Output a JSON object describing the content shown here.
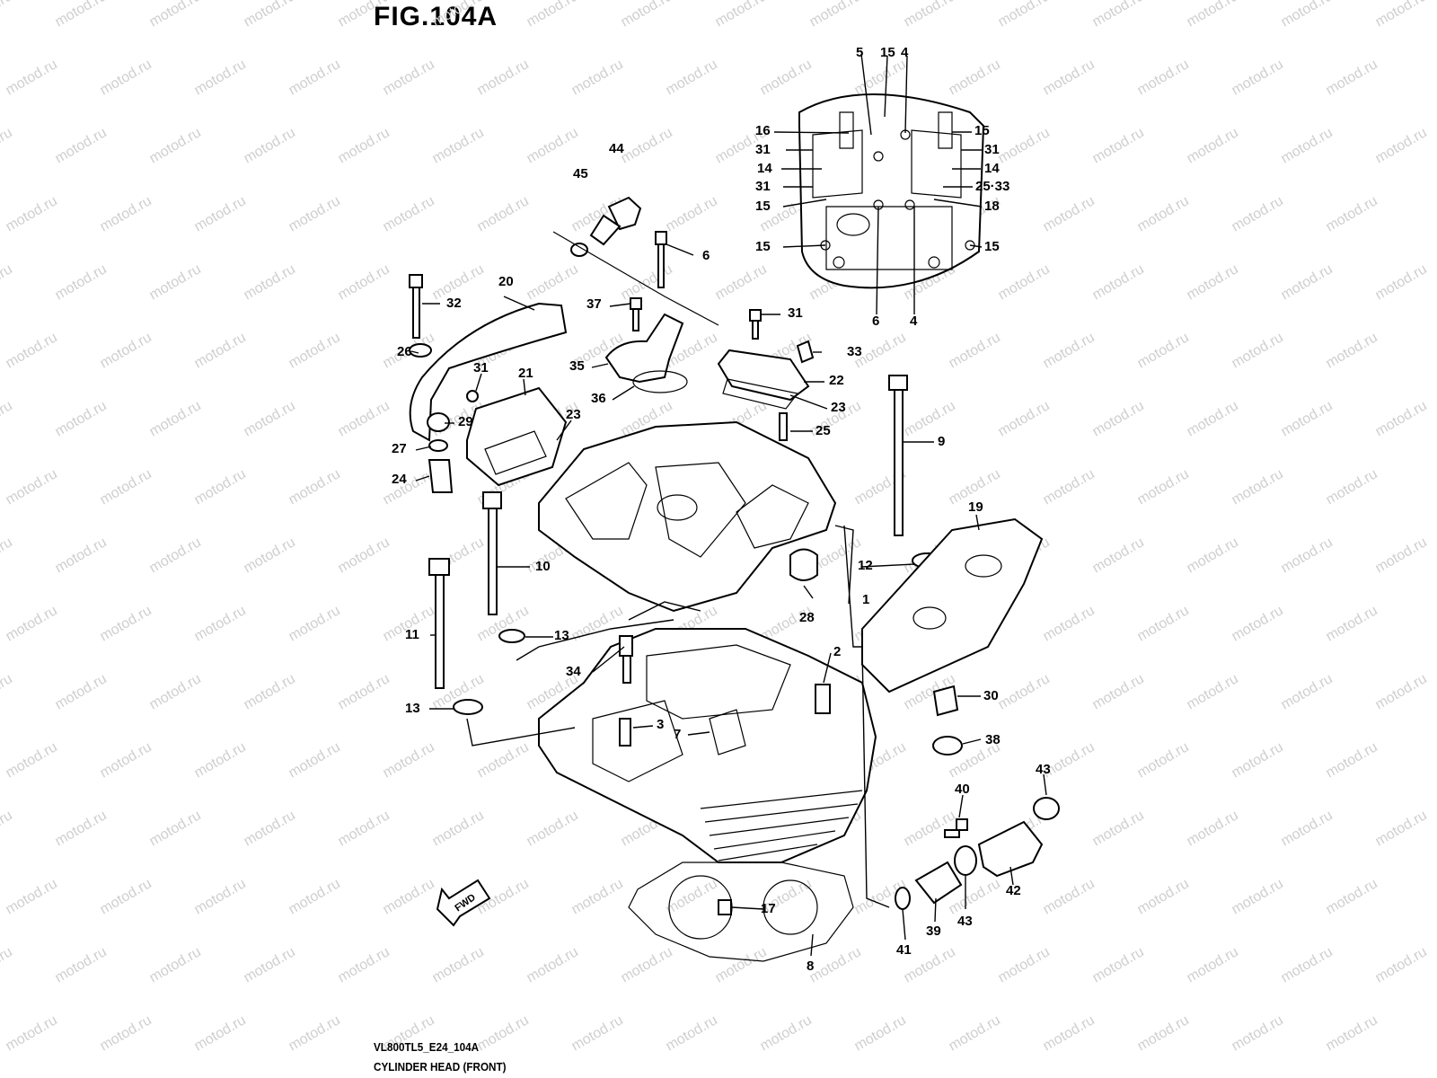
{
  "figure": {
    "title": "FIG.104A",
    "model_code": "VL800TL5_E24_104A",
    "caption": "CYLINDER HEAD (FRONT)",
    "watermark": "motod.ru",
    "fwd_label": "FWD"
  },
  "callouts": [
    {
      "id": "c5",
      "label": "5"
    },
    {
      "id": "c15a",
      "label": "15"
    },
    {
      "id": "c4a",
      "label": "4"
    },
    {
      "id": "c16",
      "label": "16"
    },
    {
      "id": "c15b",
      "label": "15"
    },
    {
      "id": "c31a",
      "label": "31"
    },
    {
      "id": "c31b",
      "label": "31"
    },
    {
      "id": "c14a",
      "label": "14"
    },
    {
      "id": "c14b",
      "label": "14"
    },
    {
      "id": "c31c",
      "label": "31"
    },
    {
      "id": "c2533",
      "label": "25·33"
    },
    {
      "id": "c15c",
      "label": "15"
    },
    {
      "id": "c18",
      "label": "18"
    },
    {
      "id": "c15d",
      "label": "15"
    },
    {
      "id": "c15e",
      "label": "15"
    },
    {
      "id": "c6a",
      "label": "6"
    },
    {
      "id": "c4b",
      "label": "4"
    },
    {
      "id": "c44",
      "label": "44"
    },
    {
      "id": "c45",
      "label": "45"
    },
    {
      "id": "c6b",
      "label": "6"
    },
    {
      "id": "c20",
      "label": "20"
    },
    {
      "id": "c32",
      "label": "32"
    },
    {
      "id": "c37",
      "label": "37"
    },
    {
      "id": "c31d",
      "label": "31"
    },
    {
      "id": "c33",
      "label": "33"
    },
    {
      "id": "c26",
      "label": "26"
    },
    {
      "id": "c35",
      "label": "35"
    },
    {
      "id": "c22",
      "label": "22"
    },
    {
      "id": "c31e",
      "label": "31"
    },
    {
      "id": "c21",
      "label": "21"
    },
    {
      "id": "c36",
      "label": "36"
    },
    {
      "id": "c23a",
      "label": "23"
    },
    {
      "id": "c23b",
      "label": "23"
    },
    {
      "id": "c29",
      "label": "29"
    },
    {
      "id": "c25",
      "label": "25"
    },
    {
      "id": "c27",
      "label": "27"
    },
    {
      "id": "c9",
      "label": "9"
    },
    {
      "id": "c24",
      "label": "24"
    },
    {
      "id": "c19",
      "label": "19"
    },
    {
      "id": "c10",
      "label": "10"
    },
    {
      "id": "c12",
      "label": "12"
    },
    {
      "id": "c1",
      "label": "1"
    },
    {
      "id": "c28",
      "label": "28"
    },
    {
      "id": "c11",
      "label": "11"
    },
    {
      "id": "c13a",
      "label": "13"
    },
    {
      "id": "c2",
      "label": "2"
    },
    {
      "id": "c34",
      "label": "34"
    },
    {
      "id": "c30",
      "label": "30"
    },
    {
      "id": "c13b",
      "label": "13"
    },
    {
      "id": "c3",
      "label": "3"
    },
    {
      "id": "c7",
      "label": "7"
    },
    {
      "id": "c38",
      "label": "38"
    },
    {
      "id": "c43a",
      "label": "43"
    },
    {
      "id": "c40",
      "label": "40"
    },
    {
      "id": "c42",
      "label": "42"
    },
    {
      "id": "c17",
      "label": "17"
    },
    {
      "id": "c43b",
      "label": "43"
    },
    {
      "id": "c39",
      "label": "39"
    },
    {
      "id": "c41",
      "label": "41"
    },
    {
      "id": "c8",
      "label": "8"
    }
  ]
}
